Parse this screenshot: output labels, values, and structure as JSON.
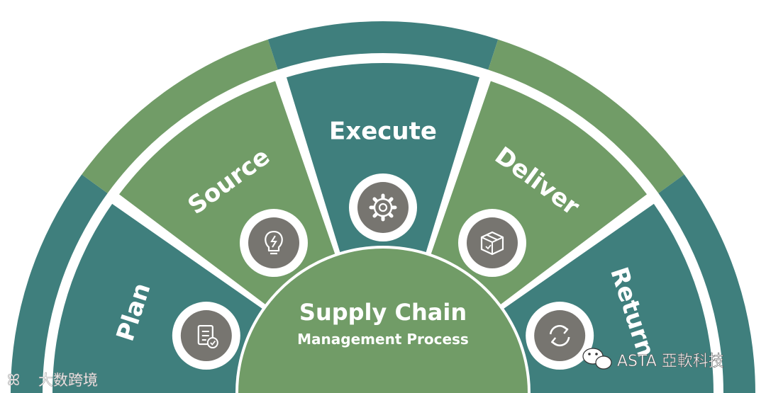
{
  "center": {
    "title": "Supply Chain",
    "subtitle": "Management Process"
  },
  "stages": [
    {
      "label": "Plan",
      "icon": "document-check-icon",
      "color": "#3f7f7d"
    },
    {
      "label": "Source",
      "icon": "lightbulb-icon",
      "color": "#719c67"
    },
    {
      "label": "Execute",
      "icon": "gear-icon",
      "color": "#3f7f7d"
    },
    {
      "label": "Deliver",
      "icon": "box-icon",
      "color": "#719c67"
    },
    {
      "label": "Return",
      "icon": "refresh-icon",
      "color": "#3f7f7d"
    }
  ],
  "outer_ring": {
    "colors": [
      "#3f7f7d",
      "#719c67",
      "#3f7f7d",
      "#719c67",
      "#3f7f7d"
    ]
  },
  "icon_badge": {
    "fill": "#777570",
    "ring": "#ffffff"
  },
  "watermarks": {
    "left": "大数跨境",
    "right": "ASTA 亞軟科技"
  }
}
